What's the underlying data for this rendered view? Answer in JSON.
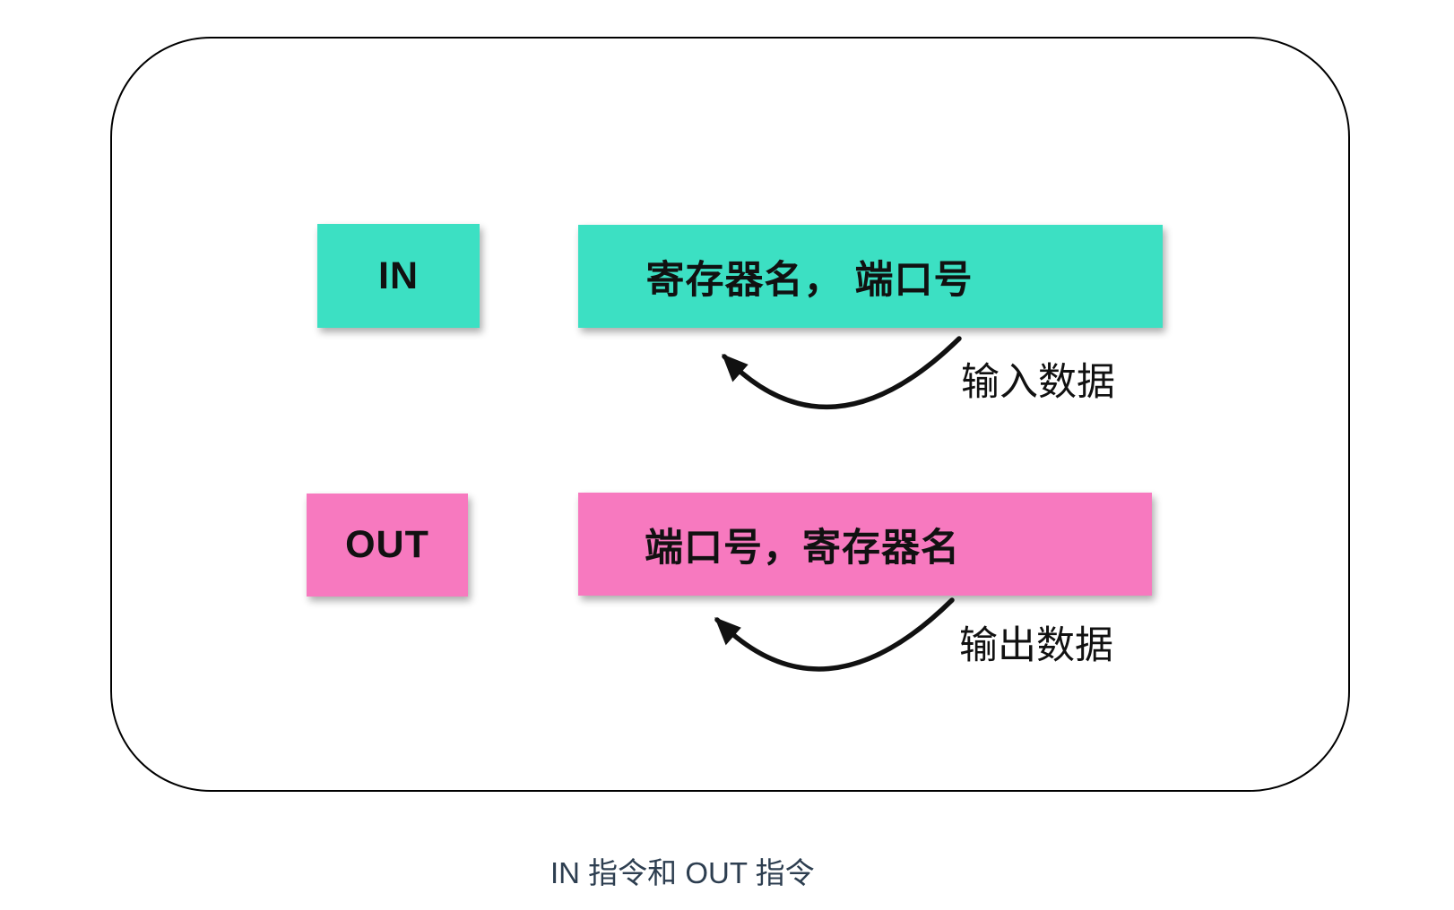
{
  "diagram": {
    "rows": [
      {
        "instruction": "IN",
        "operands": "寄存器名， 端口号",
        "arrow_label": "输入数据",
        "box_color": "#3CE0C3"
      },
      {
        "instruction": "OUT",
        "operands": "端口号，寄存器名",
        "arrow_label": "输出数据",
        "box_color": "#F779BF"
      }
    ],
    "caption": "IN 指令和 OUT 指令",
    "colors": {
      "teal": "#3CE0C3",
      "pink": "#F779BF",
      "arrow": "#111111",
      "box_text": "#111111",
      "caption_text": "#2D3E50",
      "frame_border": "#000000",
      "background": "#FFFFFF"
    }
  }
}
